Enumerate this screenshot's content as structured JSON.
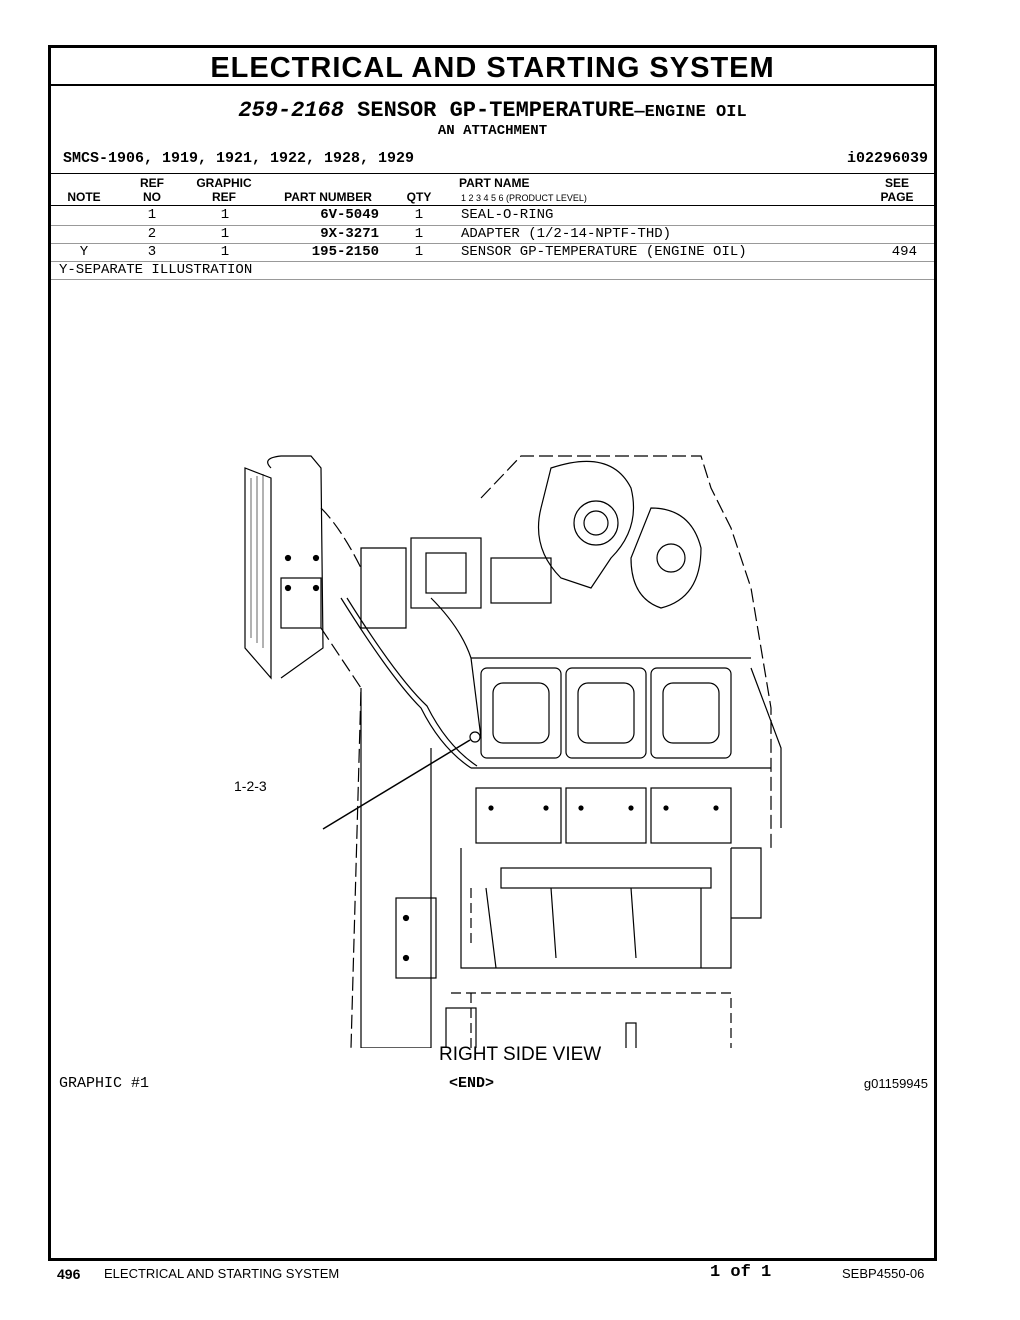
{
  "header": {
    "title": "ELECTRICAL AND STARTING SYSTEM",
    "part_number": "259-2168",
    "part_name": "SENSOR GP-TEMPERATURE",
    "part_suffix": "—ENGINE OIL",
    "attachment": "AN ATTACHMENT",
    "smcs": "SMCS-1906, 1919, 1921, 1922, 1928, 1929",
    "doc_id": "i02296039"
  },
  "columns": {
    "note": "NOTE",
    "ref_no_1": "REF",
    "ref_no_2": "NO",
    "graphic_ref_1": "GRAPHIC",
    "graphic_ref_2": "REF",
    "part_number": "PART NUMBER",
    "qty": "QTY",
    "part_name": "PART NAME",
    "product_level": "1   2   3   4   5   6  (PRODUCT LEVEL)",
    "see_page_1": "SEE",
    "see_page_2": "PAGE"
  },
  "rows": [
    {
      "note": "",
      "ref_no": "1",
      "graphic_ref": "1",
      "part_number": "6V-5049",
      "qty": "1",
      "part_name": "SEAL-O-RING",
      "see_page": ""
    },
    {
      "note": "",
      "ref_no": "2",
      "graphic_ref": "1",
      "part_number": "9X-3271",
      "qty": "1",
      "part_name": "ADAPTER (1/2-14-NPTF-THD)",
      "see_page": ""
    },
    {
      "note": "Y",
      "ref_no": "3",
      "graphic_ref": "1",
      "part_number": "195-2150",
      "qty": "1",
      "part_name": "SENSOR GP-TEMPERATURE (ENGINE OIL)",
      "see_page": "494"
    }
  ],
  "note_text": "Y-SEPARATE ILLUSTRATION",
  "graphic": {
    "callout": "1-2-3",
    "view_label": "RIGHT SIDE VIEW",
    "label": "GRAPHIC #1",
    "end": "<END>",
    "id": "g01159945"
  },
  "footer": {
    "page_number": "496",
    "section": "ELECTRICAL AND STARTING SYSTEM",
    "page_of": "1 of 1",
    "doc_code": "SEBP4550-06"
  }
}
